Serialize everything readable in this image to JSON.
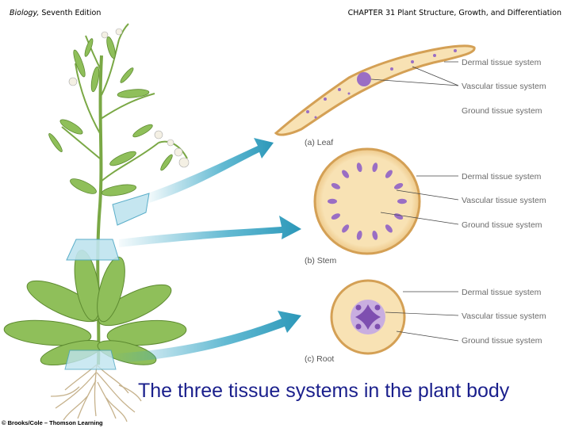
{
  "header": {
    "book_title": "Biology,",
    "book_edition": " Seventh Edition",
    "chapter": "CHAPTER 31 Plant Structure, Growth, and Differentiation"
  },
  "panels": [
    {
      "id": "leaf",
      "label": "(a) Leaf",
      "callouts": [
        "Dermal tissue system",
        "Vascular tissue system",
        "Ground tissue system"
      ]
    },
    {
      "id": "stem",
      "label": "(b) Stem",
      "callouts": [
        "Dermal tissue system",
        "Vascular tissue system",
        "Ground tissue system"
      ]
    },
    {
      "id": "root",
      "label": "(c) Root",
      "callouts": [
        "Dermal tissue system",
        "Vascular tissue system",
        "Ground tissue system"
      ]
    }
  ],
  "caption": "The three tissue systems in the plant body",
  "credit": "© Brooks/Cole – Thomson Learning",
  "colors": {
    "dermal": "#d4a055",
    "ground": "#f8e2b4",
    "vascular": "#9a6ec4",
    "arrow": "#3ba8c7",
    "plant": "#7aa845",
    "caption": "#1a1f8c"
  }
}
